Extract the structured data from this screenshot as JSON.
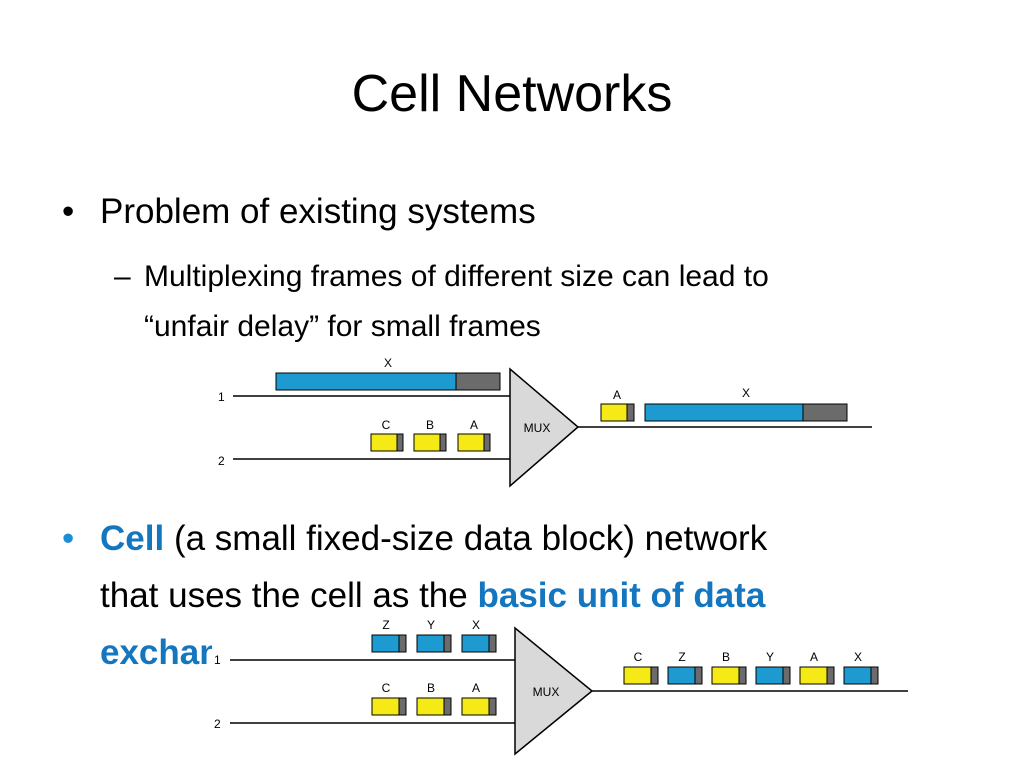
{
  "title": "Cell Networks",
  "bullet1": {
    "text": "Problem of existing systems",
    "sub": {
      "line1": "Multiplexing frames of different size can lead to",
      "line2": "“unfair delay” for small frames"
    }
  },
  "bullet2": {
    "cell": "Cell",
    "rest1": "(a small fixed-size data block) network",
    "rest2": "that uses the cell as the",
    "highlight": "basic unit of data",
    "highlight2": "exchange"
  },
  "figure1": {
    "mux_label": "MUX",
    "input1_label": "1",
    "input2_label": "2",
    "frame_x_label": "X",
    "frame_c_label": "C",
    "frame_b_label": "B",
    "frame_a_label": "A",
    "out_a_label": "A",
    "out_x_label": "X"
  },
  "figure2": {
    "mux_label": "MUX",
    "input1_label": "1",
    "input2_label": "2",
    "in1_cells": [
      "Z",
      "Y",
      "X"
    ],
    "in2_cells": [
      "C",
      "B",
      "A"
    ],
    "out_cells": [
      "C",
      "Z",
      "B",
      "Y",
      "A",
      "X"
    ]
  },
  "colors": {
    "accent": "#1576c0",
    "blue_frame": "#1d9bd0",
    "yellow_frame": "#f5ea15",
    "header": "#6b6b6b",
    "mux_fill": "#d9d9d9"
  }
}
